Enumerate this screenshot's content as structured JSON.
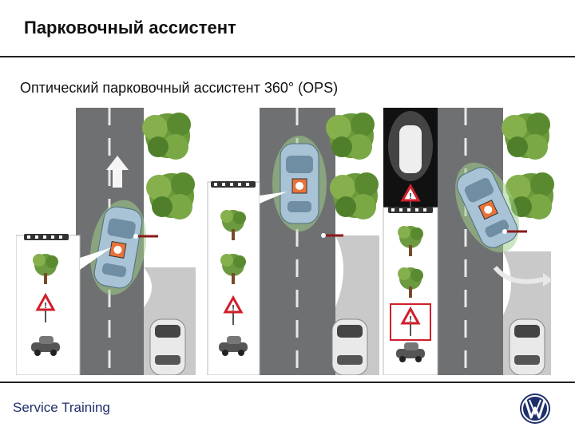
{
  "header": {
    "title": "Парковочный ассистент"
  },
  "content": {
    "subtitle": "Оптический парковочный ассистент 360° (OPS)"
  },
  "footer": {
    "label": "Service Training",
    "logo": "vw-logo"
  },
  "colors": {
    "asphalt": "#6f7072",
    "lane": "#e8e8e8",
    "accent_orange": "#e8733a",
    "warning_red": "#d01f2b",
    "brand_blue": "#1f2f6b"
  }
}
